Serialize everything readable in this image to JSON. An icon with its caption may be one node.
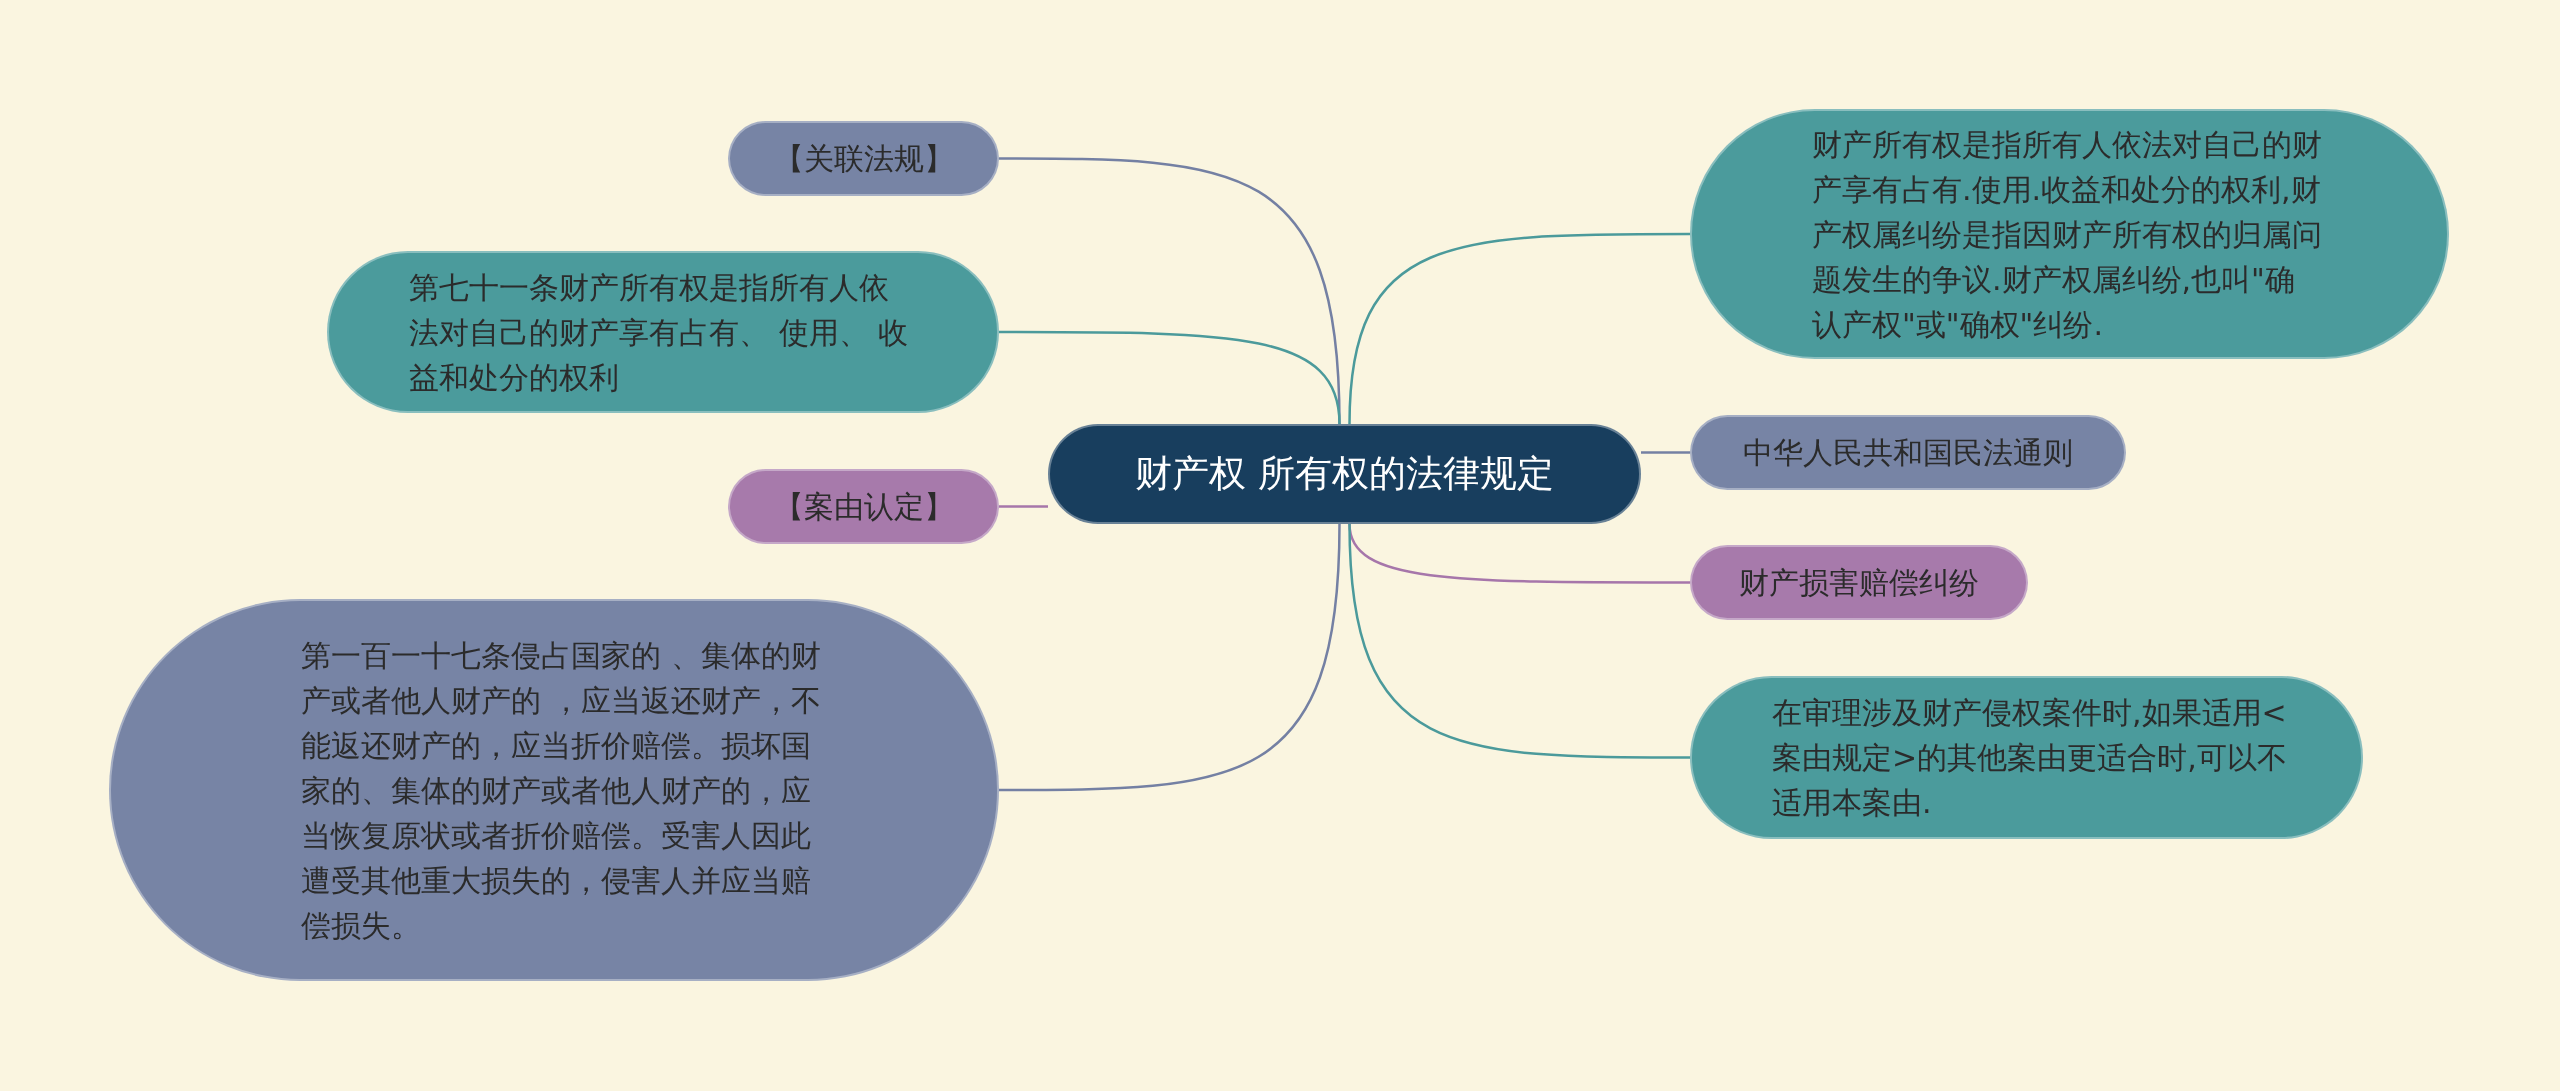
{
  "diagram": {
    "nodes": [
      {
        "text": [
          "财产权 所有权的法律规定"
        ]
      },
      {
        "text": [
          "【关联法规】"
        ]
      },
      {
        "text": [
          "第七十一条财产所有权是指所有人依法对自己的财产享有占有、 使用、 收益和处分的权利"
        ]
      },
      {
        "text": [
          "【案由认定】"
        ]
      },
      {
        "text": [
          "第一百一十七条侵占国家的 、集体的财产或者他人财产的 ，应当返还财产，不能返还财产的，应当折价赔偿。损坏国家的、集体的财产或者他人财产的，应当恢复原状或者折价赔偿。受害人因此遭受其他重大损失的，侵害人并应当赔偿损失。"
        ]
      },
      {
        "text": [
          "财产所有权是指所有人依法对自己的财产享有占有.使用.收益和处分的权利,财产权属纠纷是指因财产所有权的归属问题发生的争议.财产权属纠纷,也叫\"确认产权\"或\"确权\"纠纷."
        ]
      },
      {
        "text": [
          "中华人民共和国民法通则"
        ]
      },
      {
        "text": [
          "财产损害赔偿纠纷"
        ]
      },
      {
        "text": [
          "在审理涉及财产侵权案件时,如果适用<案由规定>的其他案由更适合时,可以不适用本案由."
        ]
      }
    ],
    "edges": [
      {
        "from": 0,
        "to": 1,
        "arrow": "none",
        "color": "#7480a3"
      },
      {
        "from": 0,
        "to": 2,
        "arrow": "none",
        "color": "#4b9a9b"
      },
      {
        "from": 0,
        "to": 3,
        "arrow": "none",
        "color": "#a676aa"
      },
      {
        "from": 0,
        "to": 4,
        "arrow": "none",
        "color": "#7480a3"
      },
      {
        "from": 0,
        "to": 5,
        "arrow": "none",
        "color": "#4b9a9b"
      },
      {
        "from": 0,
        "to": 6,
        "arrow": "none",
        "color": "#7480a3"
      },
      {
        "from": 0,
        "to": 7,
        "arrow": "none",
        "color": "#a676aa"
      },
      {
        "from": 0,
        "to": 8,
        "arrow": "none",
        "color": "#4b9a9b"
      }
    ]
  }
}
